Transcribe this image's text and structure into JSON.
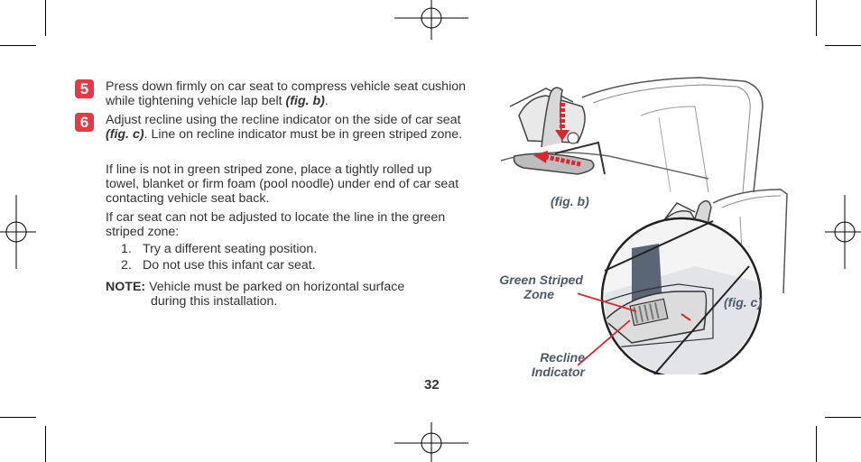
{
  "steps": [
    {
      "number": "5",
      "text_pre": "Press down firmly on car seat to compress vehicle seat cushion while tightening vehicle lap belt ",
      "fig_ref": "(fig. b)",
      "text_post": "."
    },
    {
      "number": "6",
      "text_pre": "Adjust recline using the recline indicator on the side of car seat ",
      "fig_ref": "(fig. c)",
      "text_post": ". Line on recline indicator must be in green striped zone."
    }
  ],
  "paragraphs": [
    "If line is not in green striped zone, place a tightly rolled up towel, blanket or firm foam (pool noodle) under end of car seat contacting vehicle seat back.",
    "If car seat can not be adjusted to locate the line in the green striped zone:"
  ],
  "list": [
    {
      "num": "1.",
      "text": "Try a different seating position."
    },
    {
      "num": "2.",
      "text": "Do not use this infant car seat."
    }
  ],
  "note": {
    "label": "NOTE:",
    "text_line1": "Vehicle must be parked on horizontal surface",
    "text_line2": "during this installation."
  },
  "page_number": "32",
  "figures": {
    "fig_b_caption": "(fig. b)",
    "fig_c_caption": "(fig. c)",
    "green_zone_label_1": "Green Striped",
    "green_zone_label_2": "Zone",
    "recline_label_1": "Recline",
    "recline_label_2": "Indicator"
  },
  "colors": {
    "badge": "#e63946",
    "arrow": "#d7282f",
    "caption": "#4d5a6b",
    "text": "#333333"
  }
}
